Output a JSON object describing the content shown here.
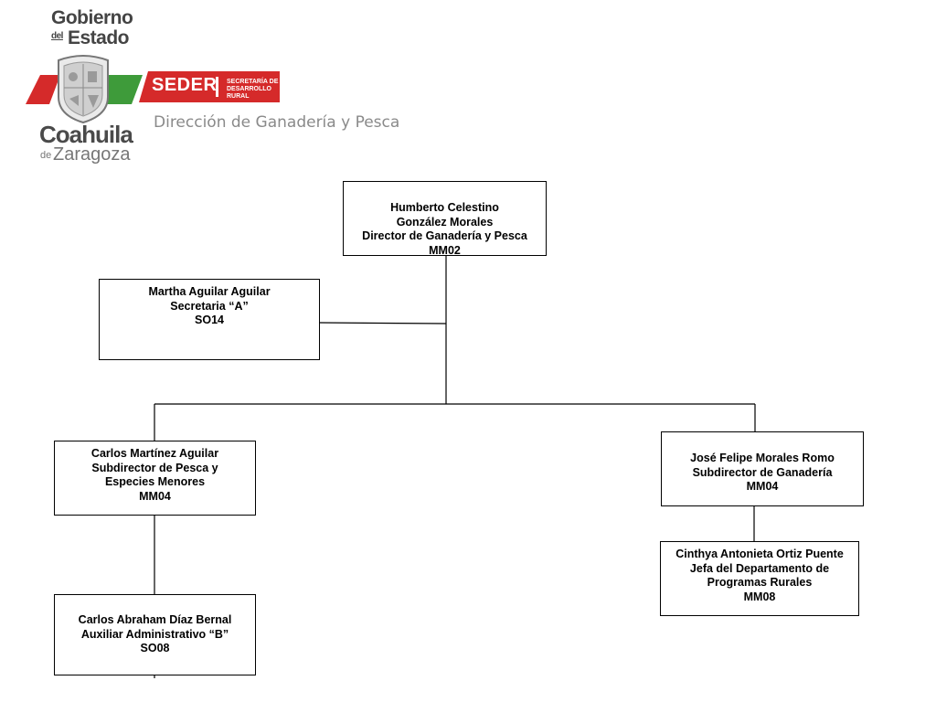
{
  "header": {
    "government_logo": {
      "line1": "Gobierno",
      "line2_small": "del",
      "line2": "Estado",
      "state_name": "Coahuila",
      "state_suffix_small": "de",
      "state_suffix": "Zaragoza"
    },
    "secretariat_logo": {
      "name": "SEDER",
      "subtitle": "SECRETARÍA DE DESARROLLO RURAL"
    },
    "department_title": "Dirección de Ganadería y Pesca"
  },
  "colors": {
    "green": "#3e9b3a",
    "red": "#d52a2a",
    "dark_red": "#b0202a",
    "node_border": "#000000"
  },
  "org_chart": {
    "nodes": {
      "director": {
        "name": "Humberto Celestino",
        "name2": "González Morales",
        "title": "Director de Ganadería y Pesca",
        "code": "MM02"
      },
      "secretary": {
        "name": "Martha Aguilar Aguilar",
        "title": "Secretaria “A”",
        "code": "SO14"
      },
      "sub_pesca": {
        "name": "Carlos Martínez Aguilar",
        "title": "Subdirector de Pesca y",
        "title2": "Especies Menores",
        "code": "MM04"
      },
      "sub_ganaderia": {
        "name": "José Felipe Morales Romo",
        "title": "Subdirector de Ganadería",
        "code": "MM04"
      },
      "aux_admin": {
        "name": "Carlos Abraham Díaz Bernal",
        "title": "Auxiliar Administrativo “B”",
        "code": "SO08"
      },
      "jefa_programas": {
        "name": "Cinthya Antonieta Ortiz Puente",
        "title": "Jefa del Departamento de",
        "title2": "Programas Rurales",
        "code": "MM08"
      }
    },
    "edges": [
      {
        "from": "director",
        "to": "secretary"
      },
      {
        "from": "director",
        "to": "sub_pesca"
      },
      {
        "from": "director",
        "to": "sub_ganaderia"
      },
      {
        "from": "sub_pesca",
        "to": "aux_admin"
      },
      {
        "from": "sub_ganaderia",
        "to": "jefa_programas"
      }
    ]
  }
}
